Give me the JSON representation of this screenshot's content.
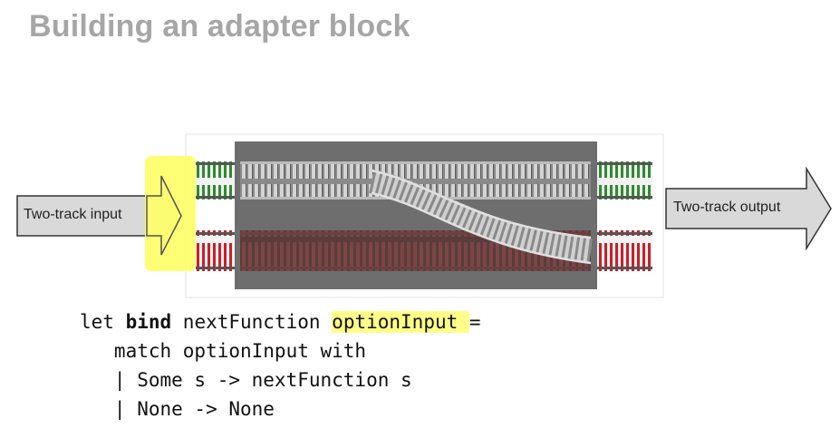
{
  "slide": {
    "title": "Building an adapter block"
  },
  "diagram": {
    "input_label": "Two-track input",
    "output_label": "Two-track output",
    "colors": {
      "success_track": "#2e8b2e",
      "failure_track": "#c8202a",
      "highlight": "#ffff66",
      "block": "#6e6e6e",
      "arrow_fill": "#d9d9d9"
    },
    "icons": [
      "rail-track-icon",
      "rail-switch-icon",
      "arrow-right-icon"
    ]
  },
  "code": {
    "line1_let": "let ",
    "line1_bind": "bind",
    "line1_fn": " nextFunction ",
    "line1_param": "optionInput ",
    "line1_eq": "=",
    "line2": "   match optionInput with",
    "line3": "   | Some s -> nextFunction s",
    "line4": "   | None -> None"
  }
}
